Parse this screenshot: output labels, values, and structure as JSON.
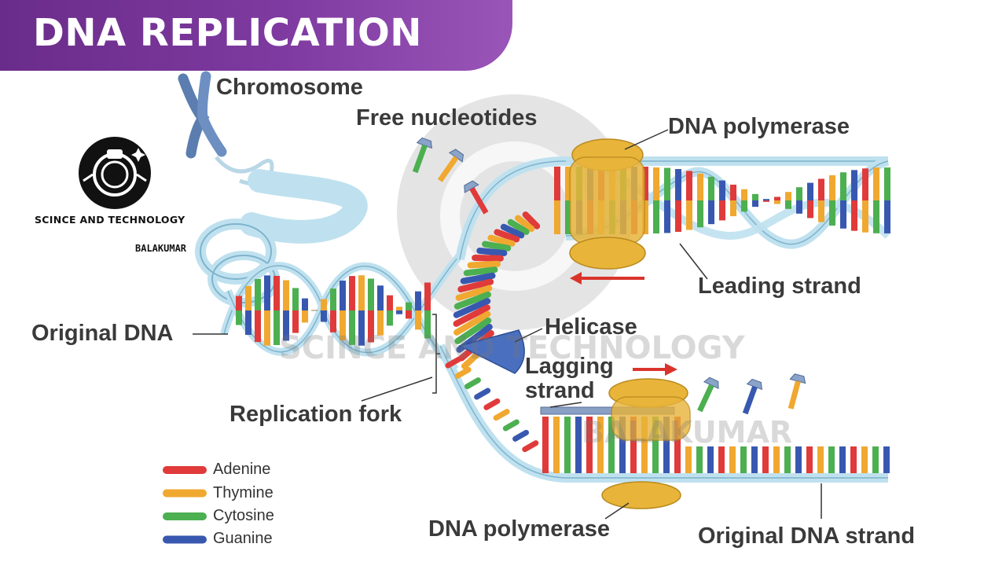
{
  "banner": {
    "title": "DNA REPLICATION",
    "color": "#7e3aa0"
  },
  "logo": {
    "title": "SCINCE AND TECHNOLOGY",
    "subtitle": "BALAKUMAR"
  },
  "watermark": {
    "line1": "SCINCE AND TECHNOLOGY",
    "line2": "BALAKUMAR"
  },
  "labels": {
    "chromosome": "Chromosome",
    "free_nucleotides": "Free nucleotides",
    "dna_polymerase_top": "DNA polymerase",
    "leading_strand": "Leading strand",
    "original_dna": "Original DNA",
    "helicase": "Helicase",
    "lagging_strand_line1": "Lagging",
    "lagging_strand_line2": "strand",
    "replication_fork": "Replication fork",
    "dna_polymerase_bottom": "DNA polymerase",
    "original_dna_strand": "Original DNA strand"
  },
  "legend": [
    {
      "name": "Adenine",
      "color": "#e03a3a"
    },
    {
      "name": "Thymine",
      "color": "#f0a830"
    },
    {
      "name": "Cytosine",
      "color": "#4caf50"
    },
    {
      "name": "Guanine",
      "color": "#3858b0"
    }
  ],
  "colors": {
    "backbone": "#bfe1ef",
    "backbone_edge": "#7fb3cc",
    "polymerase": "#e8b43a",
    "helicase": "#4a6fbf",
    "chromosome": "#5b7db0",
    "arrow": "#d9342b"
  }
}
